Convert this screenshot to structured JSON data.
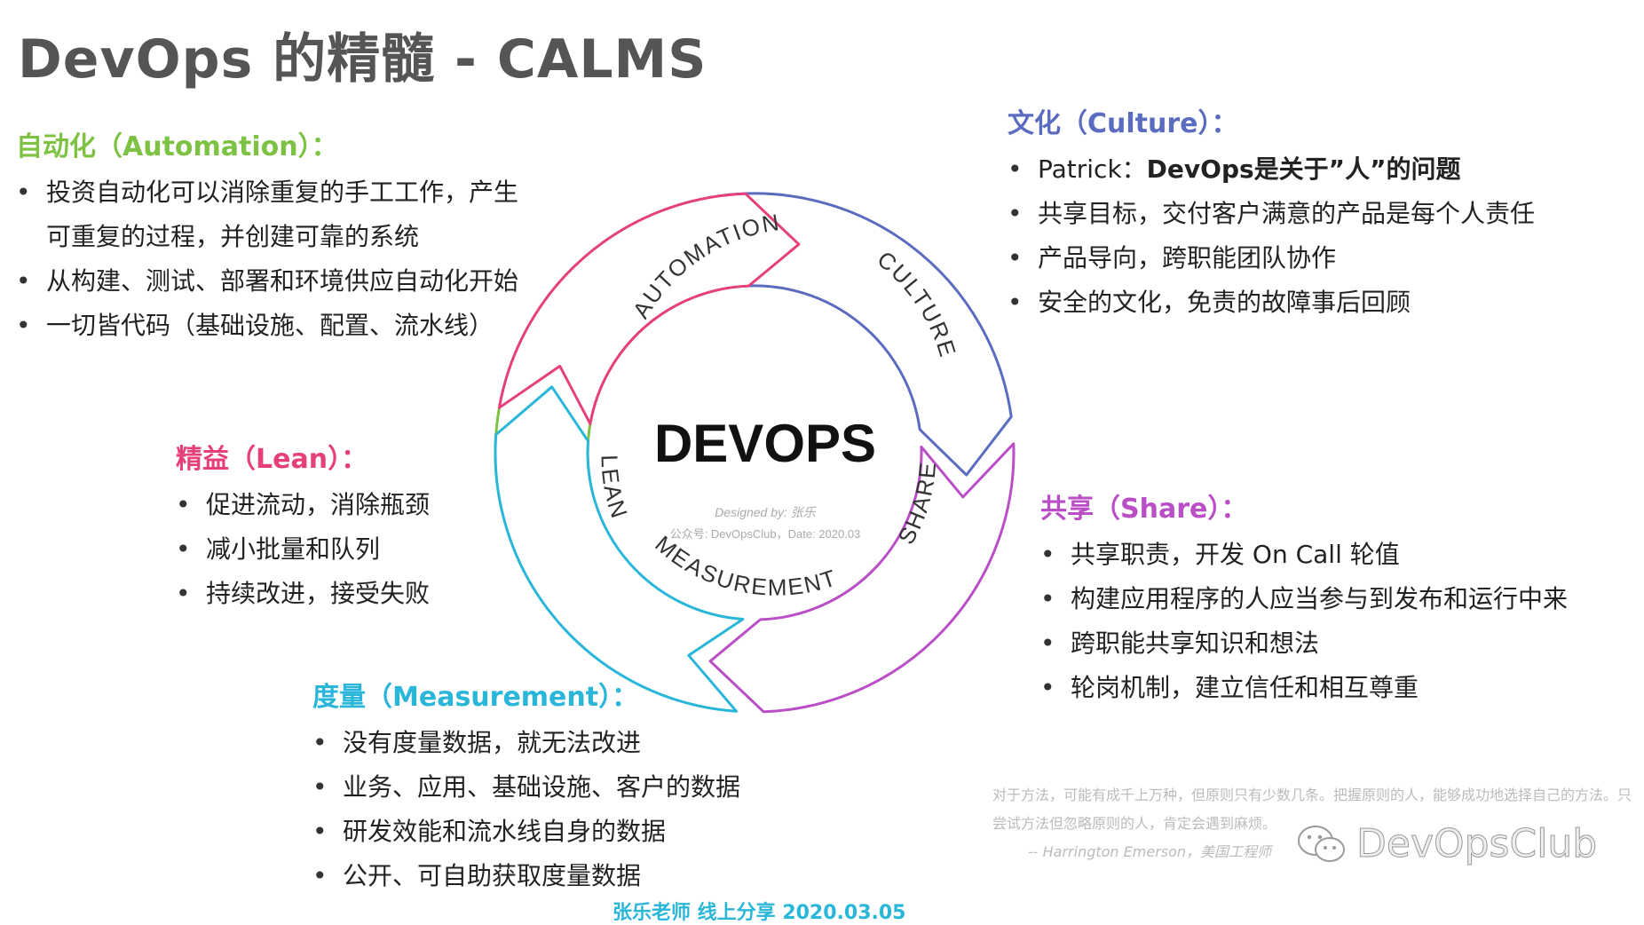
{
  "title": "DevOps 的精髓 - CALMS",
  "colors": {
    "automation": "#7dc242",
    "culture": "#5b6bbf",
    "lean": "#e6407a",
    "share": "#b94ec6",
    "measurement": "#2ab6d9",
    "title": "#555555"
  },
  "sections": {
    "automation": {
      "heading": "自动化（Automation）：",
      "items": [
        {
          "line1": "投资自动化可以消除重复的手工工作，产生",
          "line2": "可重复的过程，并创建可靠的系统"
        },
        {
          "line1": "从构建、测试、部署和环境供应自动化开始"
        },
        {
          "line1": "一切皆代码（基础设施、配置、流水线）"
        }
      ]
    },
    "culture": {
      "heading": "文化（Culture）：",
      "items": [
        {
          "prefix": "Patrick：",
          "bold": "DevOps是关于”人”的问题"
        },
        {
          "text": "共享目标，交付客户满意的产品是每个人责任"
        },
        {
          "text": "产品导向，跨职能团队协作"
        },
        {
          "text": "安全的文化，免责的故障事后回顾"
        }
      ]
    },
    "lean": {
      "heading": "精益（Lean）：",
      "items": [
        "促进流动，消除瓶颈",
        "减小批量和队列",
        "持续改进，接受失败"
      ]
    },
    "share": {
      "heading": "共享（Share）：",
      "items": [
        "共享职责，开发 On Call 轮值",
        "构建应用程序的人应当参与到发布和运行中来",
        "跨职能共享知识和想法",
        "轮岗机制，建立信任和相互尊重"
      ]
    },
    "measurement": {
      "heading": "度量（Measurement）：",
      "items": [
        "没有度量数据，就无法改进",
        "业务、应用、基础设施、客户的数据",
        "研发效能和流水线自身的数据",
        "公开、可自助获取度量数据"
      ]
    }
  },
  "diagram": {
    "center_title": "DEVOPS",
    "designed_by": "Designed by: 张乐",
    "source": "公众号: DevOpsClub，Date: 2020.03",
    "labels": {
      "automation": "AUTOMATION",
      "culture": "CULTURE",
      "share": "SHARE",
      "measurement": "MEASUREMENT",
      "lean": "LEAN"
    }
  },
  "bullet_char": "•",
  "quote": {
    "text": "对于方法，可能有成千上万种，但原则只有少数几条。把握原则的人，能够成功地选择自己的方法。只尝试方法但忽略原则的人，肯定会遇到麻烦。",
    "author": "-- Harrington Emerson，美国工程师"
  },
  "watermark": "DevOpsClub",
  "footer": "张乐老师 线上分享 2020.03.05"
}
